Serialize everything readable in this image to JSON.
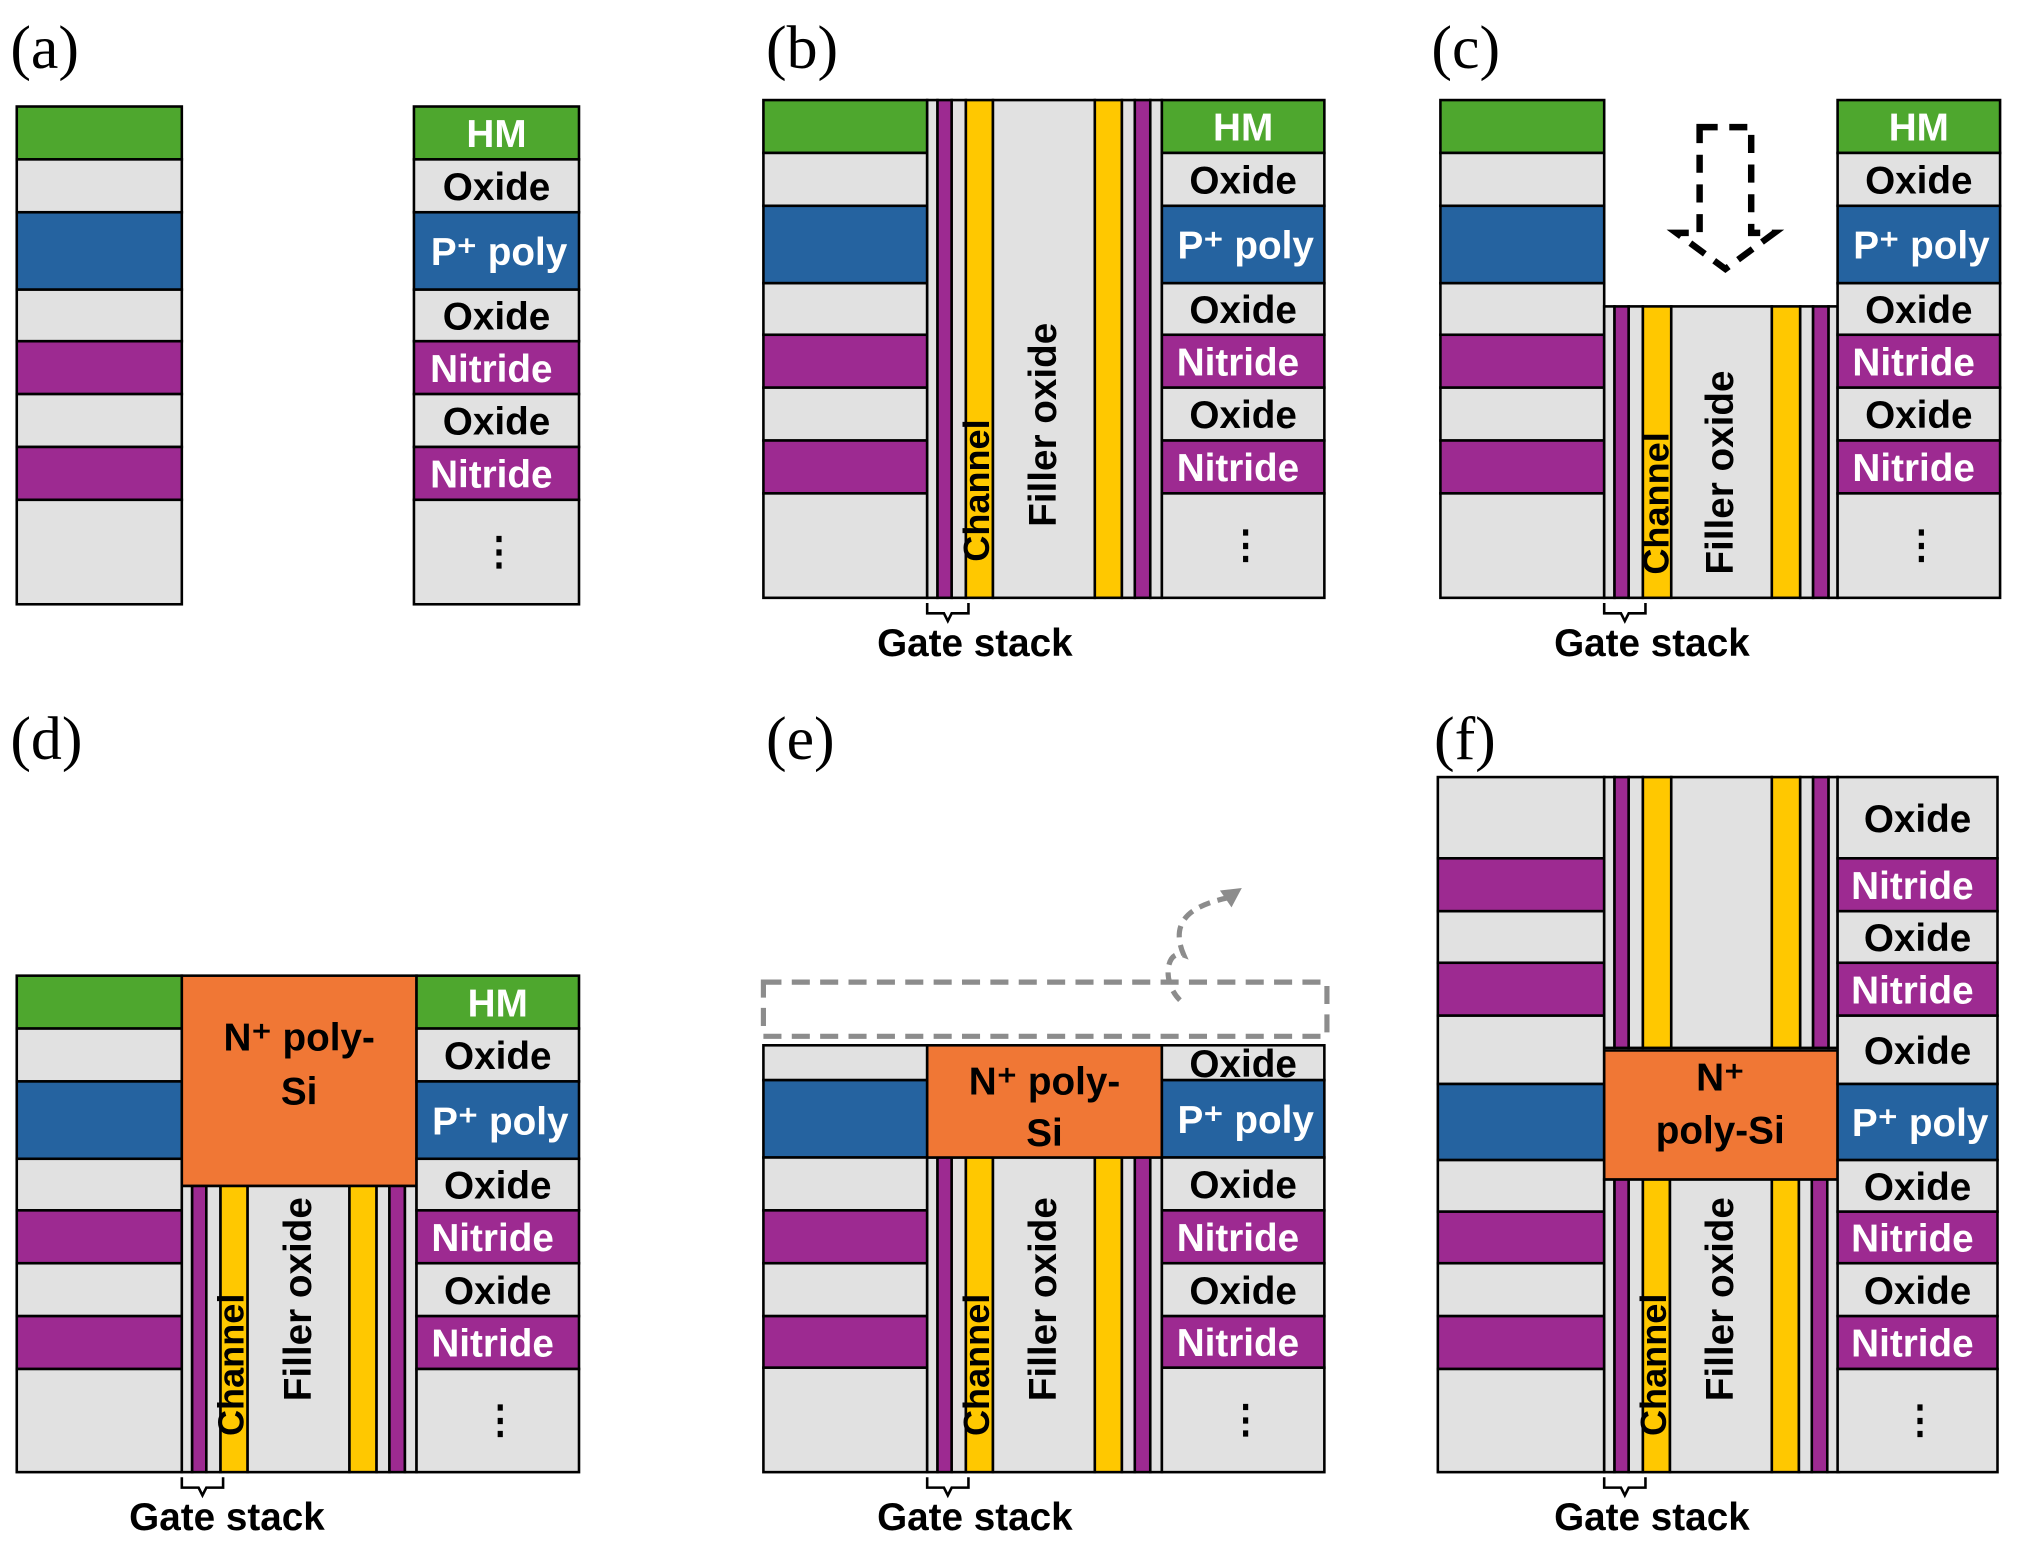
{
  "figure": {
    "colors": {
      "hm": "#4EA72E",
      "oxide": "#E1E1E1",
      "p_poly": "#2563A0",
      "nitride": "#9D2A91",
      "channel": "#FFC800",
      "n_poly": "#F07735",
      "outline": "#000000",
      "dashed_gray": "#8C8C8C"
    },
    "layer_labels": {
      "hm": "HM",
      "oxide": "Oxide",
      "p_poly": "P⁺ poly",
      "nitride": "Nitride",
      "ellipsis": "⋮"
    },
    "common_labels": {
      "channel": "Channel",
      "filler_oxide": "Filler oxide",
      "gate_stack": "Gate stack",
      "n_poly_two_line": [
        "N⁺ poly-",
        "Si"
      ],
      "n_poly_f": [
        "N⁺",
        "poly-Si"
      ]
    },
    "panels": [
      {
        "id": "a",
        "label": "(a)",
        "step": "Layer stack with hard mask"
      },
      {
        "id": "b",
        "label": "(b)",
        "step": "Channel hole with gate stack, channel and filler oxide"
      },
      {
        "id": "c",
        "label": "(c)",
        "step": "Recess etch of filler oxide/channel"
      },
      {
        "id": "d",
        "label": "(d)",
        "step": "N⁺ poly-Si plug deposition"
      },
      {
        "id": "e",
        "label": "(e)",
        "step": "Hard mask removal (planarization)"
      },
      {
        "id": "f",
        "label": "(f)",
        "step": "Stacked cell string"
      }
    ]
  }
}
